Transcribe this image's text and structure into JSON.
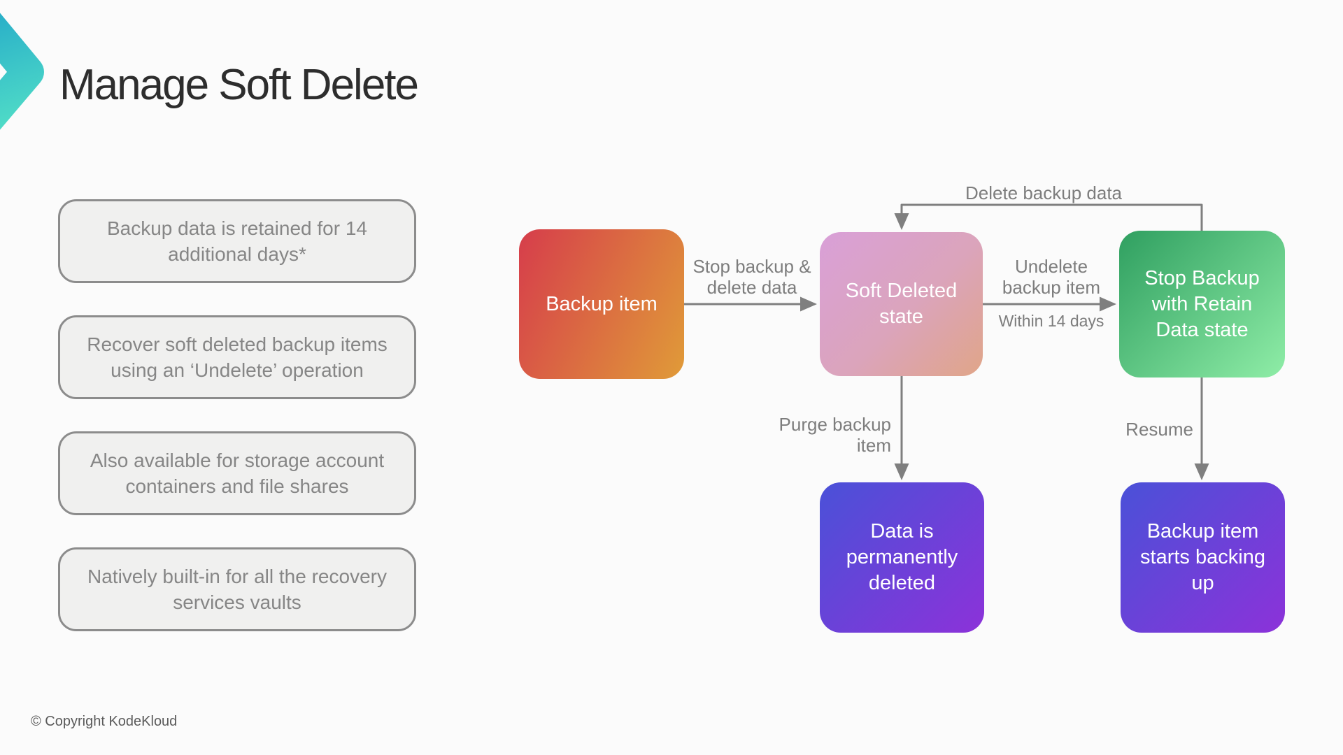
{
  "slide": {
    "title": "Manage Soft Delete",
    "copyright": "© Copyright KodeKloud"
  },
  "notes": [
    {
      "text": "Backup data is retained for 14 additional days*"
    },
    {
      "text": "Recover soft deleted backup items using an ‘Undelete’ operation"
    },
    {
      "text": "Also available for storage account containers and file shares"
    },
    {
      "text": "Natively built-in for all the recovery services vaults"
    }
  ],
  "flow": {
    "nodes": {
      "backup_item": {
        "label": "Backup item",
        "gradient_start": "#d63d4b",
        "gradient_end": "#e09b38"
      },
      "soft_deleted": {
        "label": "Soft Deleted state",
        "gradient_start": "#d9a0d8",
        "gradient_end": "#e0a588"
      },
      "stop_backup_retain": {
        "label": "Stop Backup with Retain Data state",
        "gradient_start": "#2f9f60",
        "gradient_end": "#8feda7"
      },
      "data_deleted": {
        "label": "Data is permanently deleted",
        "gradient_start": "#4a51d8",
        "gradient_end": "#8c32d9"
      },
      "backup_starts": {
        "label": "Backup item starts backing up",
        "gradient_start": "#4a51d8",
        "gradient_end": "#8c32d9"
      }
    },
    "edge_labels": {
      "stop_backup_delete_line1": "Stop backup &",
      "stop_backup_delete_line2": "delete data",
      "undelete_line1": "Undelete",
      "undelete_line2": "backup item",
      "undelete_sub": "Within 14 days",
      "delete_backup_data": "Delete backup data",
      "purge_line1": "Purge backup",
      "purge_line2": "item",
      "resume": "Resume"
    },
    "arrow_color": "#7f7f7f"
  },
  "brand": {
    "logo_color_start": "#29afc8",
    "logo_color_end": "#55e2c7"
  }
}
